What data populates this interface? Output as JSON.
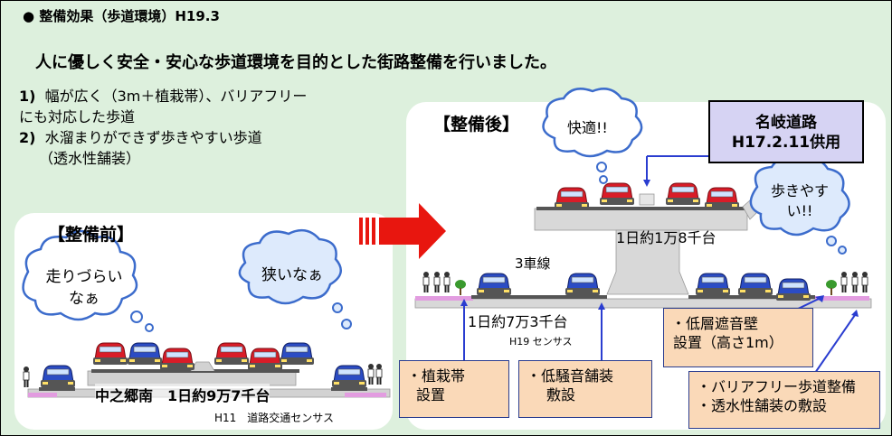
{
  "header": {
    "bullet": "●",
    "title": "整備効果（歩道環境）H19.3",
    "subtitle": "人に優しく安全・安心な歩道環境を目的とした街路整備を行いました。"
  },
  "effects": [
    {
      "num": "1)",
      "line1": "幅が広く（3m＋植栽帯）、バリアフリー",
      "line2": "にも対応した歩道"
    },
    {
      "num": "2)",
      "line1": "水溜まりができず歩きやすい歩道",
      "line2": "（透水性舗装）"
    }
  ],
  "before": {
    "label": "【整備前】",
    "cloud_left": {
      "line1": "走りづらい",
      "line2": "なぁ"
    },
    "cloud_right": "狭いなぁ",
    "traffic": "中之郷南　1日約9万7千台",
    "source": "H11　道路交通センサス"
  },
  "after": {
    "label": "【整備後】",
    "cloud_top": "快適!!",
    "cloud_right": {
      "line1": "歩きやす",
      "line2": "い!!"
    },
    "elevated_traffic": "1日約1万8千台",
    "lanes": "3車線",
    "ground_traffic": "1日約7万3千台",
    "census": "H19 センサス"
  },
  "nagi_road": {
    "line1": "名岐道路",
    "line2": "H17.2.11供用"
  },
  "callouts": [
    {
      "line1": "・植栽帯",
      "line2": "設置"
    },
    {
      "line1": "・低騒音舗装",
      "line2": "敷設"
    },
    {
      "line1": "・低層遮音壁",
      "line2": "設置（高さ1m）"
    },
    {
      "line1": "・バリアフリー歩道整備",
      "line2": "・透水性舗装の敷設"
    }
  ],
  "colors": {
    "background": "#ddf0dd",
    "panel": "#ffffff",
    "callout_fill": "#fad9b8",
    "road_box": "#d6d3f3",
    "arrow_red": "#e8160f",
    "car_red": "#d91c28",
    "car_blue": "#2b4cc4",
    "road_gray": "#d4d4d4",
    "sidewalk_pink": "#e29ce0"
  }
}
